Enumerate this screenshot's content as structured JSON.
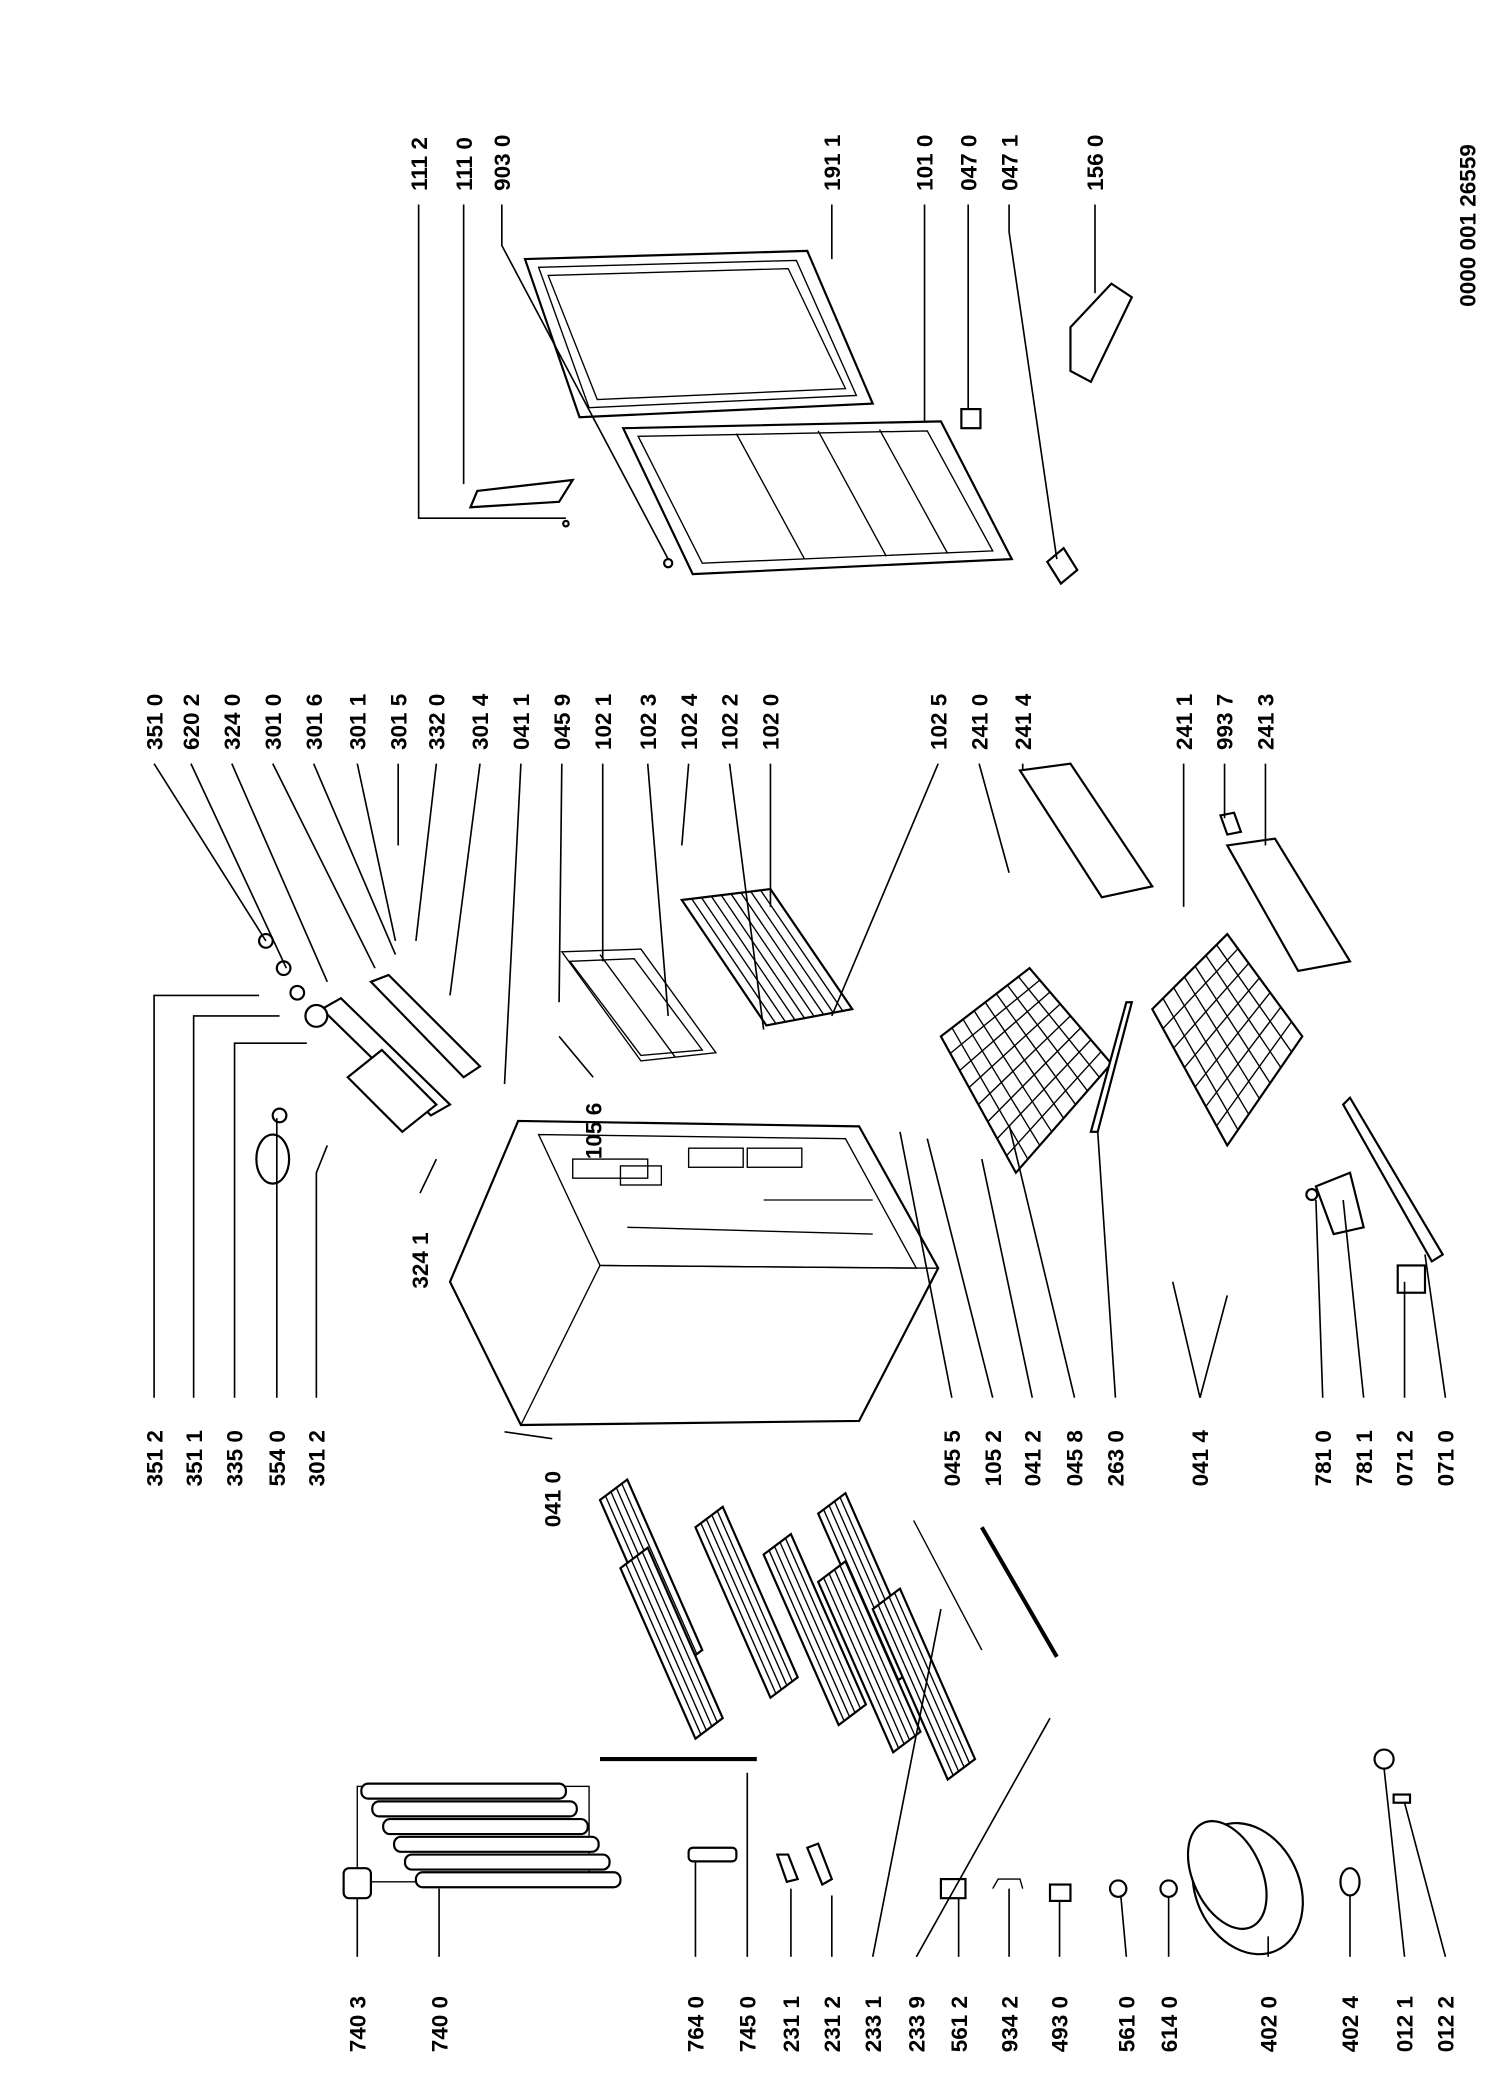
{
  "drawing_number": "0000 001 26559",
  "labels": {
    "top": [
      "111 2",
      "111 0",
      "903 0",
      "191 1",
      "101 0",
      "047 0",
      "047 1",
      "156 0"
    ],
    "mid_top": [
      "351 0",
      "620 2",
      "324 0",
      "301 0",
      "301 6",
      "301 1",
      "301 5",
      "332 0",
      "301 4",
      "041 1",
      "045 9",
      "102 1",
      "102 3",
      "102 4",
      "102 2",
      "102 0",
      "102 5",
      "241 0",
      "241 4",
      "241 1",
      "993 7",
      "241 3"
    ],
    "mid_bottom": [
      "351 2",
      "351 1",
      "335 0",
      "554 0",
      "301 2",
      "041 0",
      "324 1",
      "105 6",
      "045 5",
      "105 2",
      "041 2",
      "045 8",
      "263 0",
      "041 4",
      "781 0",
      "781 1",
      "071 2",
      "071 0"
    ],
    "bottom": [
      "740 3",
      "740 0",
      "764 0",
      "745 0",
      "231 1",
      "231 2",
      "233 1",
      "233 9",
      "561 2",
      "934 2",
      "493 0",
      "561 0",
      "614 0",
      "402 0",
      "402 4",
      "012 1",
      "012 2"
    ]
  }
}
